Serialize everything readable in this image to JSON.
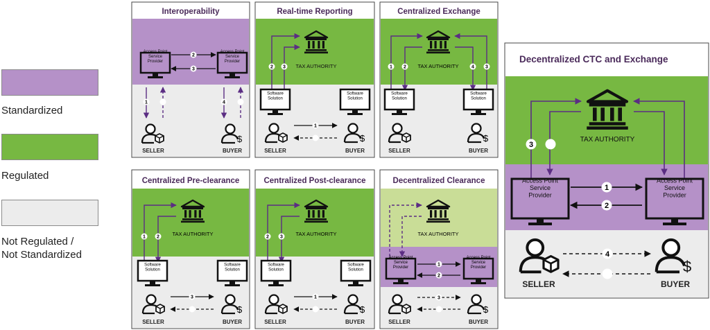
{
  "legend": [
    {
      "label": "Standardized",
      "color": "#b591c8"
    },
    {
      "label": "Regulated",
      "color": "#77b842"
    },
    {
      "label": "Not Regulated /\nNot Standardized",
      "color": "#ececec"
    }
  ],
  "colors": {
    "purple": "#b591c8",
    "green": "#77b842",
    "light_green": "#c9dd97",
    "grey": "#ececec",
    "arrow": "#5b2d83",
    "title": "#4a2a5a"
  },
  "labels": {
    "tax_authority": "TAX AUTHORITY",
    "software_solution": "Software\nSolution",
    "access_point": "Access Point\nService\nProvider",
    "seller": "SELLER",
    "buyer": "BUYER"
  },
  "panels": {
    "interop": {
      "title": "Interoperability"
    },
    "rtr": {
      "title": "Real-time Reporting"
    },
    "cx": {
      "title": "Centralized Exchange"
    },
    "pre": {
      "title": "Centralized Pre-clearance"
    },
    "post": {
      "title": "Centralized Post-clearance"
    },
    "dc": {
      "title": "Decentralized Clearance"
    },
    "big": {
      "title": "Decentralized CTC and Exchange"
    }
  },
  "steps": {
    "n1": "1",
    "n2": "2",
    "n3": "3",
    "n4": "4"
  }
}
